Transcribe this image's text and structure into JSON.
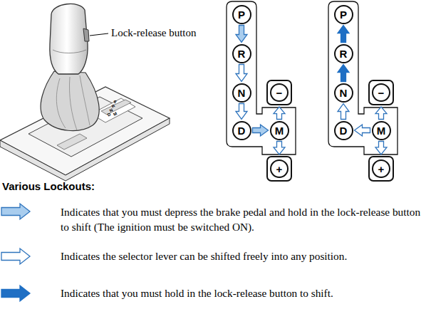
{
  "diagram": {
    "title": "Various Lockouts:",
    "nodes": [
      {
        "text": [
          "P"
        ]
      },
      {
        "text": [
          "R"
        ]
      },
      {
        "text": [
          "N"
        ]
      },
      {
        "text": [
          "D"
        ]
      },
      {
        "text": [
          "−"
        ]
      },
      {
        "text": [
          "M"
        ]
      },
      {
        "text": [
          "+"
        ]
      },
      {
        "text": [
          "P"
        ]
      },
      {
        "text": [
          "R"
        ]
      },
      {
        "text": [
          "N"
        ]
      },
      {
        "text": [
          "D"
        ]
      },
      {
        "text": [
          "−"
        ]
      },
      {
        "text": [
          "M"
        ]
      },
      {
        "text": [
          "+"
        ]
      }
    ],
    "edges": [
      {
        "from": 0,
        "to": 1,
        "arrow": "to"
      },
      {
        "from": 1,
        "to": 2,
        "arrow": "to"
      },
      {
        "from": 2,
        "to": 3,
        "arrow": "to"
      },
      {
        "from": 3,
        "to": 5,
        "arrow": "to"
      },
      {
        "from": 5,
        "to": 4,
        "arrow": "to"
      },
      {
        "from": 5,
        "to": 6,
        "arrow": "to"
      },
      {
        "from": 8,
        "to": 7,
        "arrow": "to"
      },
      {
        "from": 9,
        "to": 8,
        "arrow": "to"
      },
      {
        "from": 10,
        "to": 9,
        "arrow": "to"
      },
      {
        "from": 12,
        "to": 10,
        "arrow": "to"
      },
      {
        "from": 12,
        "to": 11,
        "arrow": "to"
      },
      {
        "from": 12,
        "to": 13,
        "arrow": "to"
      }
    ],
    "labels": [
      "Lock-release button",
      "P",
      "R",
      "N",
      "D",
      "M"
    ],
    "legend": [
      {
        "text": "Indicates that you must depress the brake pedal and hold in the lock-release button to shift (The ignition must be switched ON)."
      },
      {
        "text": "Indicates the selector lever can be shifted freely into any position."
      },
      {
        "text": "Indicates that you must hold in the lock-release button to shift."
      }
    ]
  }
}
